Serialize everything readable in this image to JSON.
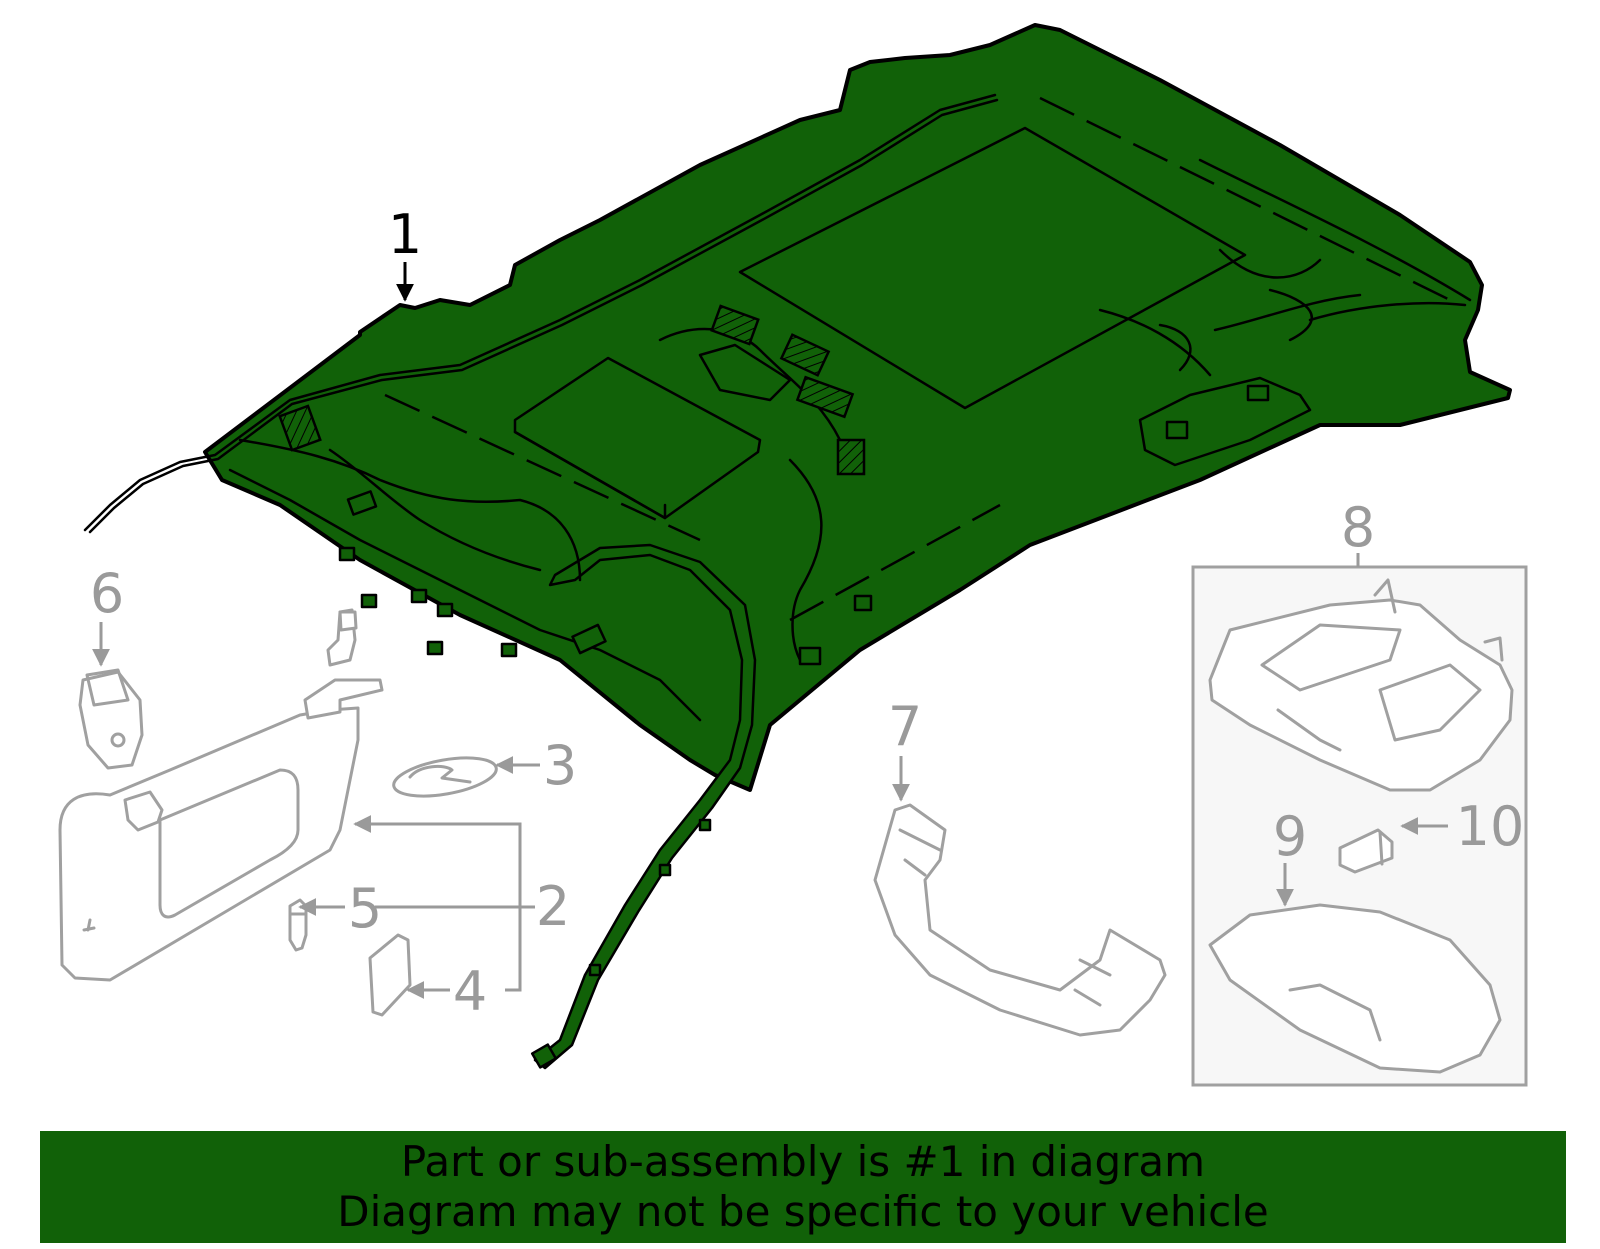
{
  "callouts": {
    "c1": "1",
    "c2": "2",
    "c3": "3",
    "c4": "4",
    "c5": "5",
    "c6": "6",
    "c7": "7",
    "c8": "8",
    "c9": "9",
    "c10": "10"
  },
  "banner": {
    "line1": "Part or sub-assembly is #1 in diagram",
    "line2": "Diagram may not be specific to your vehicle"
  },
  "colors": {
    "highlight": "#116108",
    "grey_parts": "#a0a0a0",
    "outline": "#000000"
  }
}
